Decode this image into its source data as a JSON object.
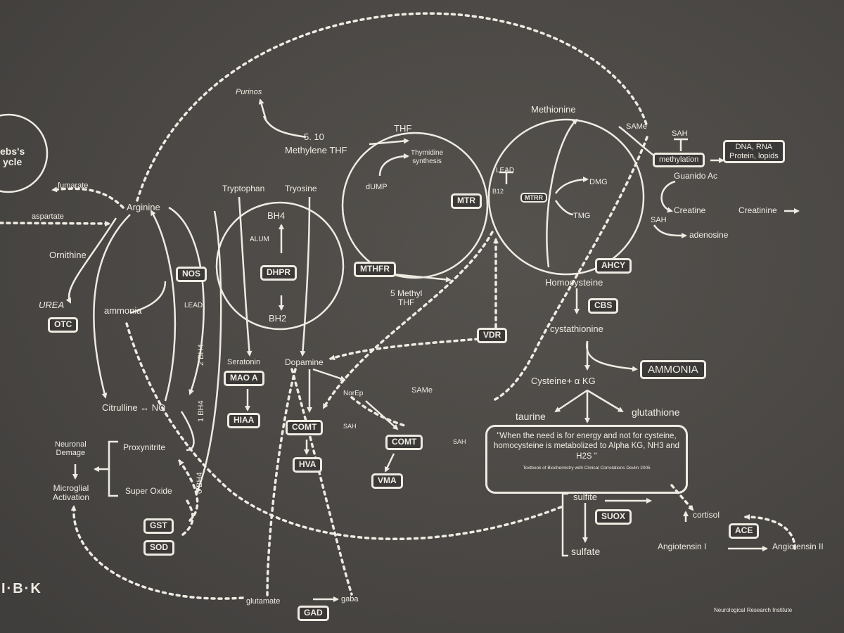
{
  "colors": {
    "background": "#4a4744",
    "ink": "#efebe3"
  },
  "krebs": {
    "line1": "ebs's",
    "line2": "ycle"
  },
  "labels": {
    "fumarate": "fumarate",
    "aspartate": "aspartate",
    "arginine": "Arginine",
    "ornithine": "Ornithine",
    "urea": "UREA",
    "ammonia": "ammonia",
    "lead_nos": "LEAD",
    "bh4_2": "2 BH4",
    "bh4_1": "1 BH4",
    "bh4_0": "0 BH4",
    "citrulline_no": "Citrulline ↔ NO",
    "neuronal_damage_1": "Neuronal",
    "neuronal_damage_2": "Demage",
    "microglial_1": "Microglial",
    "microglial_2": "Activation",
    "proxynitrite": "Proxynitrite",
    "super_oxide": "Super Oxide",
    "purinos": "Purinos",
    "methylene_1": "5. 10",
    "methylene_2": "Methylene THF",
    "thf": "THF",
    "thymidine_1": "Thymidine",
    "thymidine_2": "synthesis",
    "dump": "dUMP",
    "tryptophan": "Tryptophan",
    "tryosine": "Tryosine",
    "bh4": "BH4",
    "alum": "ALUM",
    "bh2": "BH2",
    "methyl_thf_1": "5 Methyl",
    "methyl_thf_2": "THF",
    "lead_b12": "LEAD",
    "b12": "B12",
    "methionine": "Methionine",
    "same_top": "SAMe",
    "sah_top": "SAH",
    "dmg": "DMG",
    "tmg": "TMG",
    "guanido": "Guanido Ac",
    "creatine": "Creatine",
    "creatinine": "Creatinine",
    "sah_lower": "SAH",
    "adenosine": "adenosine",
    "homocysteine": "Homocysteine",
    "cystathionine": "cystathionine",
    "cysteine_akg": "Cysteine+ α KG",
    "taurine": "taurine",
    "glutathione": "glutathione",
    "seratonin": "Seratonin",
    "dopamine": "Dopamine",
    "norep": "NorEp",
    "same_mid": "SAMe",
    "sah_comt1": "SAH",
    "sah_comt2": "SAH",
    "sulfite": "sulfite",
    "sulfate": "sulfate",
    "cortisol": "cortisol",
    "angiotensin_1": "Angiotensin I",
    "angiotensin_2": "Angiotensin II",
    "glutamate": "glutamate",
    "gaba": "gaba",
    "institute": "Neurological Research Institute",
    "logo": "I·B·K"
  },
  "enzymes": {
    "nos": "NOS",
    "otc": "OTC",
    "dhpr": "DHPR",
    "mthfr": "MTHFR",
    "mtr": "MTR",
    "mtrr": "MTRR",
    "methylation": "methylation",
    "dna_1": "DNA, RNA",
    "dna_2": "Protein, lopids",
    "ahcy": "AHCY",
    "cbs": "CBS",
    "vdr": "VDR",
    "mao_a": "MAO A",
    "hiaa": "HIAA",
    "comt_1": "COMT",
    "hva": "HVA",
    "comt_2": "COMT",
    "vma": "VMA",
    "ammonia_box": "AMMONIA",
    "gst": "GST",
    "sod": "SOD",
    "suox": "SUOX",
    "ace": "ACE",
    "gad": "GAD"
  },
  "quote": {
    "text": "\"When the need is for energy and not for cysteine, homocysteine is metabolized to Alpha KG, NH3 and H2S \"",
    "citation": "Textbook of Biochemistry with Clinical Correlations Devlin 2005"
  }
}
